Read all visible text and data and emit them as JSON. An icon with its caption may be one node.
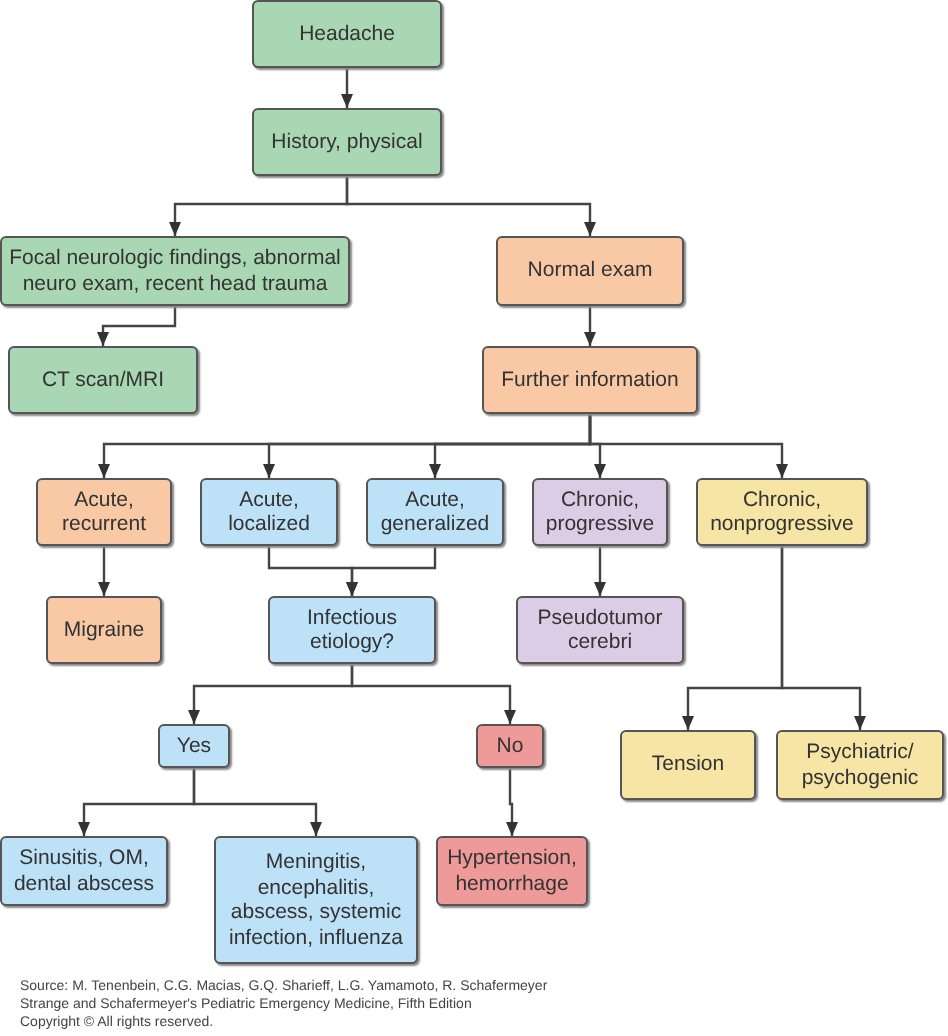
{
  "diagram": {
    "nodes": [
      {
        "text": [
          "Headache"
        ]
      },
      {
        "text": [
          "History, physical"
        ]
      },
      {
        "text": [
          "Focal neurologic findings, abnormal neuro exam, recent head trauma"
        ]
      },
      {
        "text": [
          "Normal exam"
        ]
      },
      {
        "text": [
          "CT scan/MRI"
        ]
      },
      {
        "text": [
          "Further information"
        ]
      },
      {
        "text": [
          "Acute, recurrent"
        ]
      },
      {
        "text": [
          "Acute, localized"
        ]
      },
      {
        "text": [
          "Acute, generalized"
        ]
      },
      {
        "text": [
          "Chronic, progressive"
        ]
      },
      {
        "text": [
          "Chronic, nonprogressive"
        ]
      },
      {
        "text": [
          "Migraine"
        ]
      },
      {
        "text": [
          "Infectious etiology?"
        ]
      },
      {
        "text": [
          "Pseudotumor cerebri"
        ]
      },
      {
        "text": [
          "Yes"
        ]
      },
      {
        "text": [
          "No"
        ]
      },
      {
        "text": [
          "Tension"
        ]
      },
      {
        "text": [
          "Psychiatric/ psychogenic"
        ]
      },
      {
        "text": [
          "Sinusitis, OM, dental abscess"
        ]
      },
      {
        "text": [
          "Meningitis, encephalitis, abscess, systemic infection, influenza"
        ]
      },
      {
        "text": [
          "Hypertension, hemorrhage"
        ]
      }
    ],
    "edges": [
      {
        "from": 0,
        "to": 1,
        "arrow": "to"
      },
      {
        "from": 1,
        "to": 2,
        "arrow": "to"
      },
      {
        "from": 1,
        "to": 3,
        "arrow": "to"
      },
      {
        "from": 2,
        "to": 4,
        "arrow": "to"
      },
      {
        "from": 3,
        "to": 5,
        "arrow": "to"
      },
      {
        "from": 5,
        "to": 6,
        "arrow": "to"
      },
      {
        "from": 5,
        "to": 7,
        "arrow": "to"
      },
      {
        "from": 5,
        "to": 8,
        "arrow": "to"
      },
      {
        "from": 5,
        "to": 9,
        "arrow": "to"
      },
      {
        "from": 5,
        "to": 10,
        "arrow": "to"
      },
      {
        "from": 6,
        "to": 11,
        "arrow": "to"
      },
      {
        "from": 7,
        "to": 12,
        "arrow": "to"
      },
      {
        "from": 8,
        "to": 12,
        "arrow": "to"
      },
      {
        "from": 9,
        "to": 13,
        "arrow": "to"
      },
      {
        "from": 12,
        "to": 14,
        "arrow": "to"
      },
      {
        "from": 12,
        "to": 15,
        "arrow": "to"
      },
      {
        "from": 10,
        "to": 16,
        "arrow": "to"
      },
      {
        "from": 10,
        "to": 17,
        "arrow": "to"
      },
      {
        "from": 14,
        "to": 18,
        "arrow": "to"
      },
      {
        "from": 14,
        "to": 19,
        "arrow": "to"
      },
      {
        "from": 15,
        "to": 20,
        "arrow": "to"
      }
    ],
    "labels": [
      "Source: M. Tenenbein, C.G. Macias, G.Q. Sharieff, L.G. Yamamoto, R. Schafermeyer",
      "Strange and Schafermeyer's Pediatric Emergency Medicine, Fifth Edition",
      "Copyright © All rights reserved."
    ]
  }
}
